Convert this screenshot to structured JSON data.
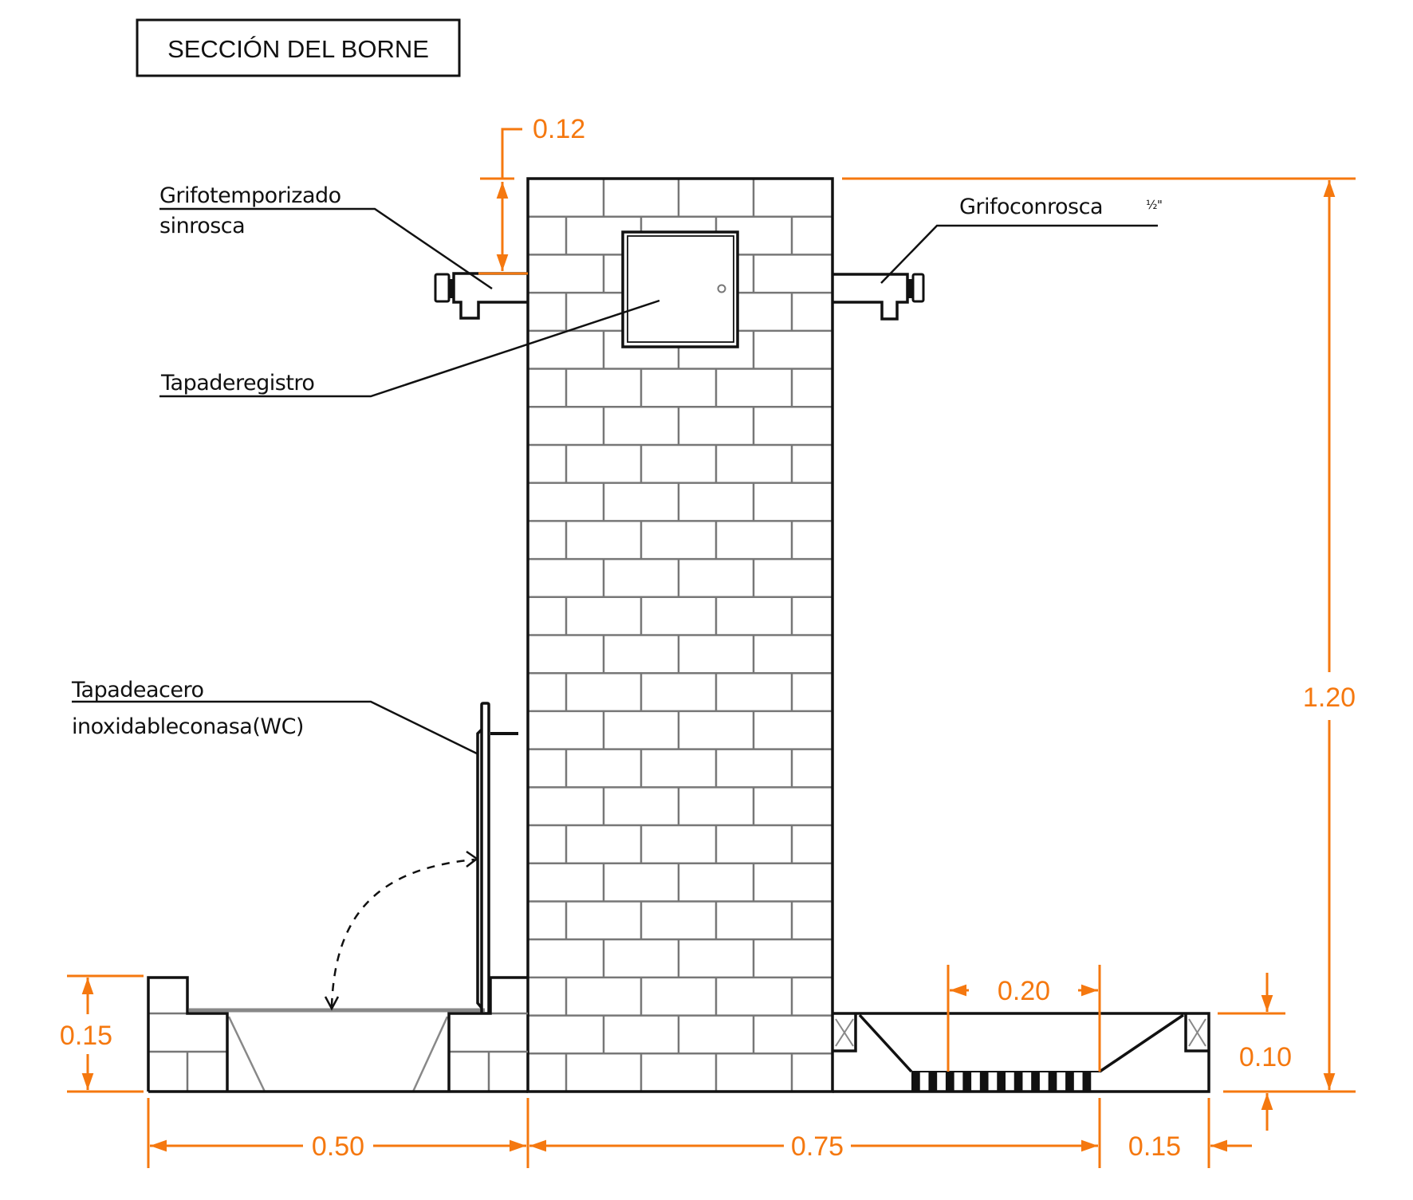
{
  "title": "SECCIÓN DEL BORNE",
  "colors": {
    "dimension": "#f5780f",
    "outline": "#111111",
    "brick_joint": "#777777",
    "lid_line": "#888888",
    "background": "#ffffff"
  },
  "labels": {
    "timed_faucet_line1": "Grifotemporizado",
    "timed_faucet_line2": "sinrosca",
    "threaded_faucet": "Grifoconrosca",
    "threaded_faucet_size": "½\"",
    "access_cover": "Tapaderegistro",
    "steel_lid_line1": "Tapadeacero",
    "steel_lid_line2": "inoxidableconasa(WC)"
  },
  "dimensions": {
    "faucet_offset": "0.12",
    "total_height": "1.20",
    "basin_height": "0.15",
    "basin_width": "0.50",
    "column_width": "0.75",
    "grate_width": "0.20",
    "channel_depth": "0.10",
    "channel_edge": "0.15"
  },
  "units": "m"
}
